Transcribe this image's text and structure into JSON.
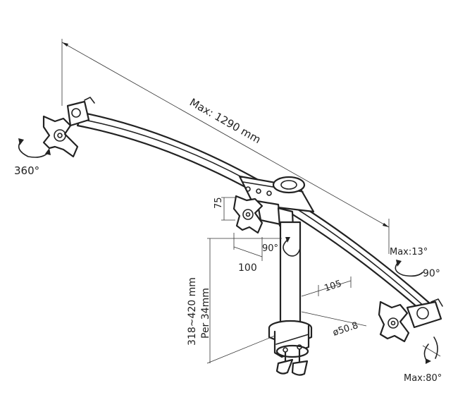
{
  "dimensions": {
    "max_length": "Max: 1290 mm",
    "rotation_left": "360°",
    "rotation_mid": "90°",
    "vesa_h": "75",
    "vesa_w": "100",
    "height_range": "318~420 mm",
    "per": "Per 34mm",
    "clamp_depth": "105",
    "pole_diameter": "ø50.8",
    "tilt_up": "Max:13°",
    "swivel_right": "90°",
    "tilt_down": "Max:80°"
  },
  "colors": {
    "line": "#222222",
    "background": "#ffffff"
  }
}
